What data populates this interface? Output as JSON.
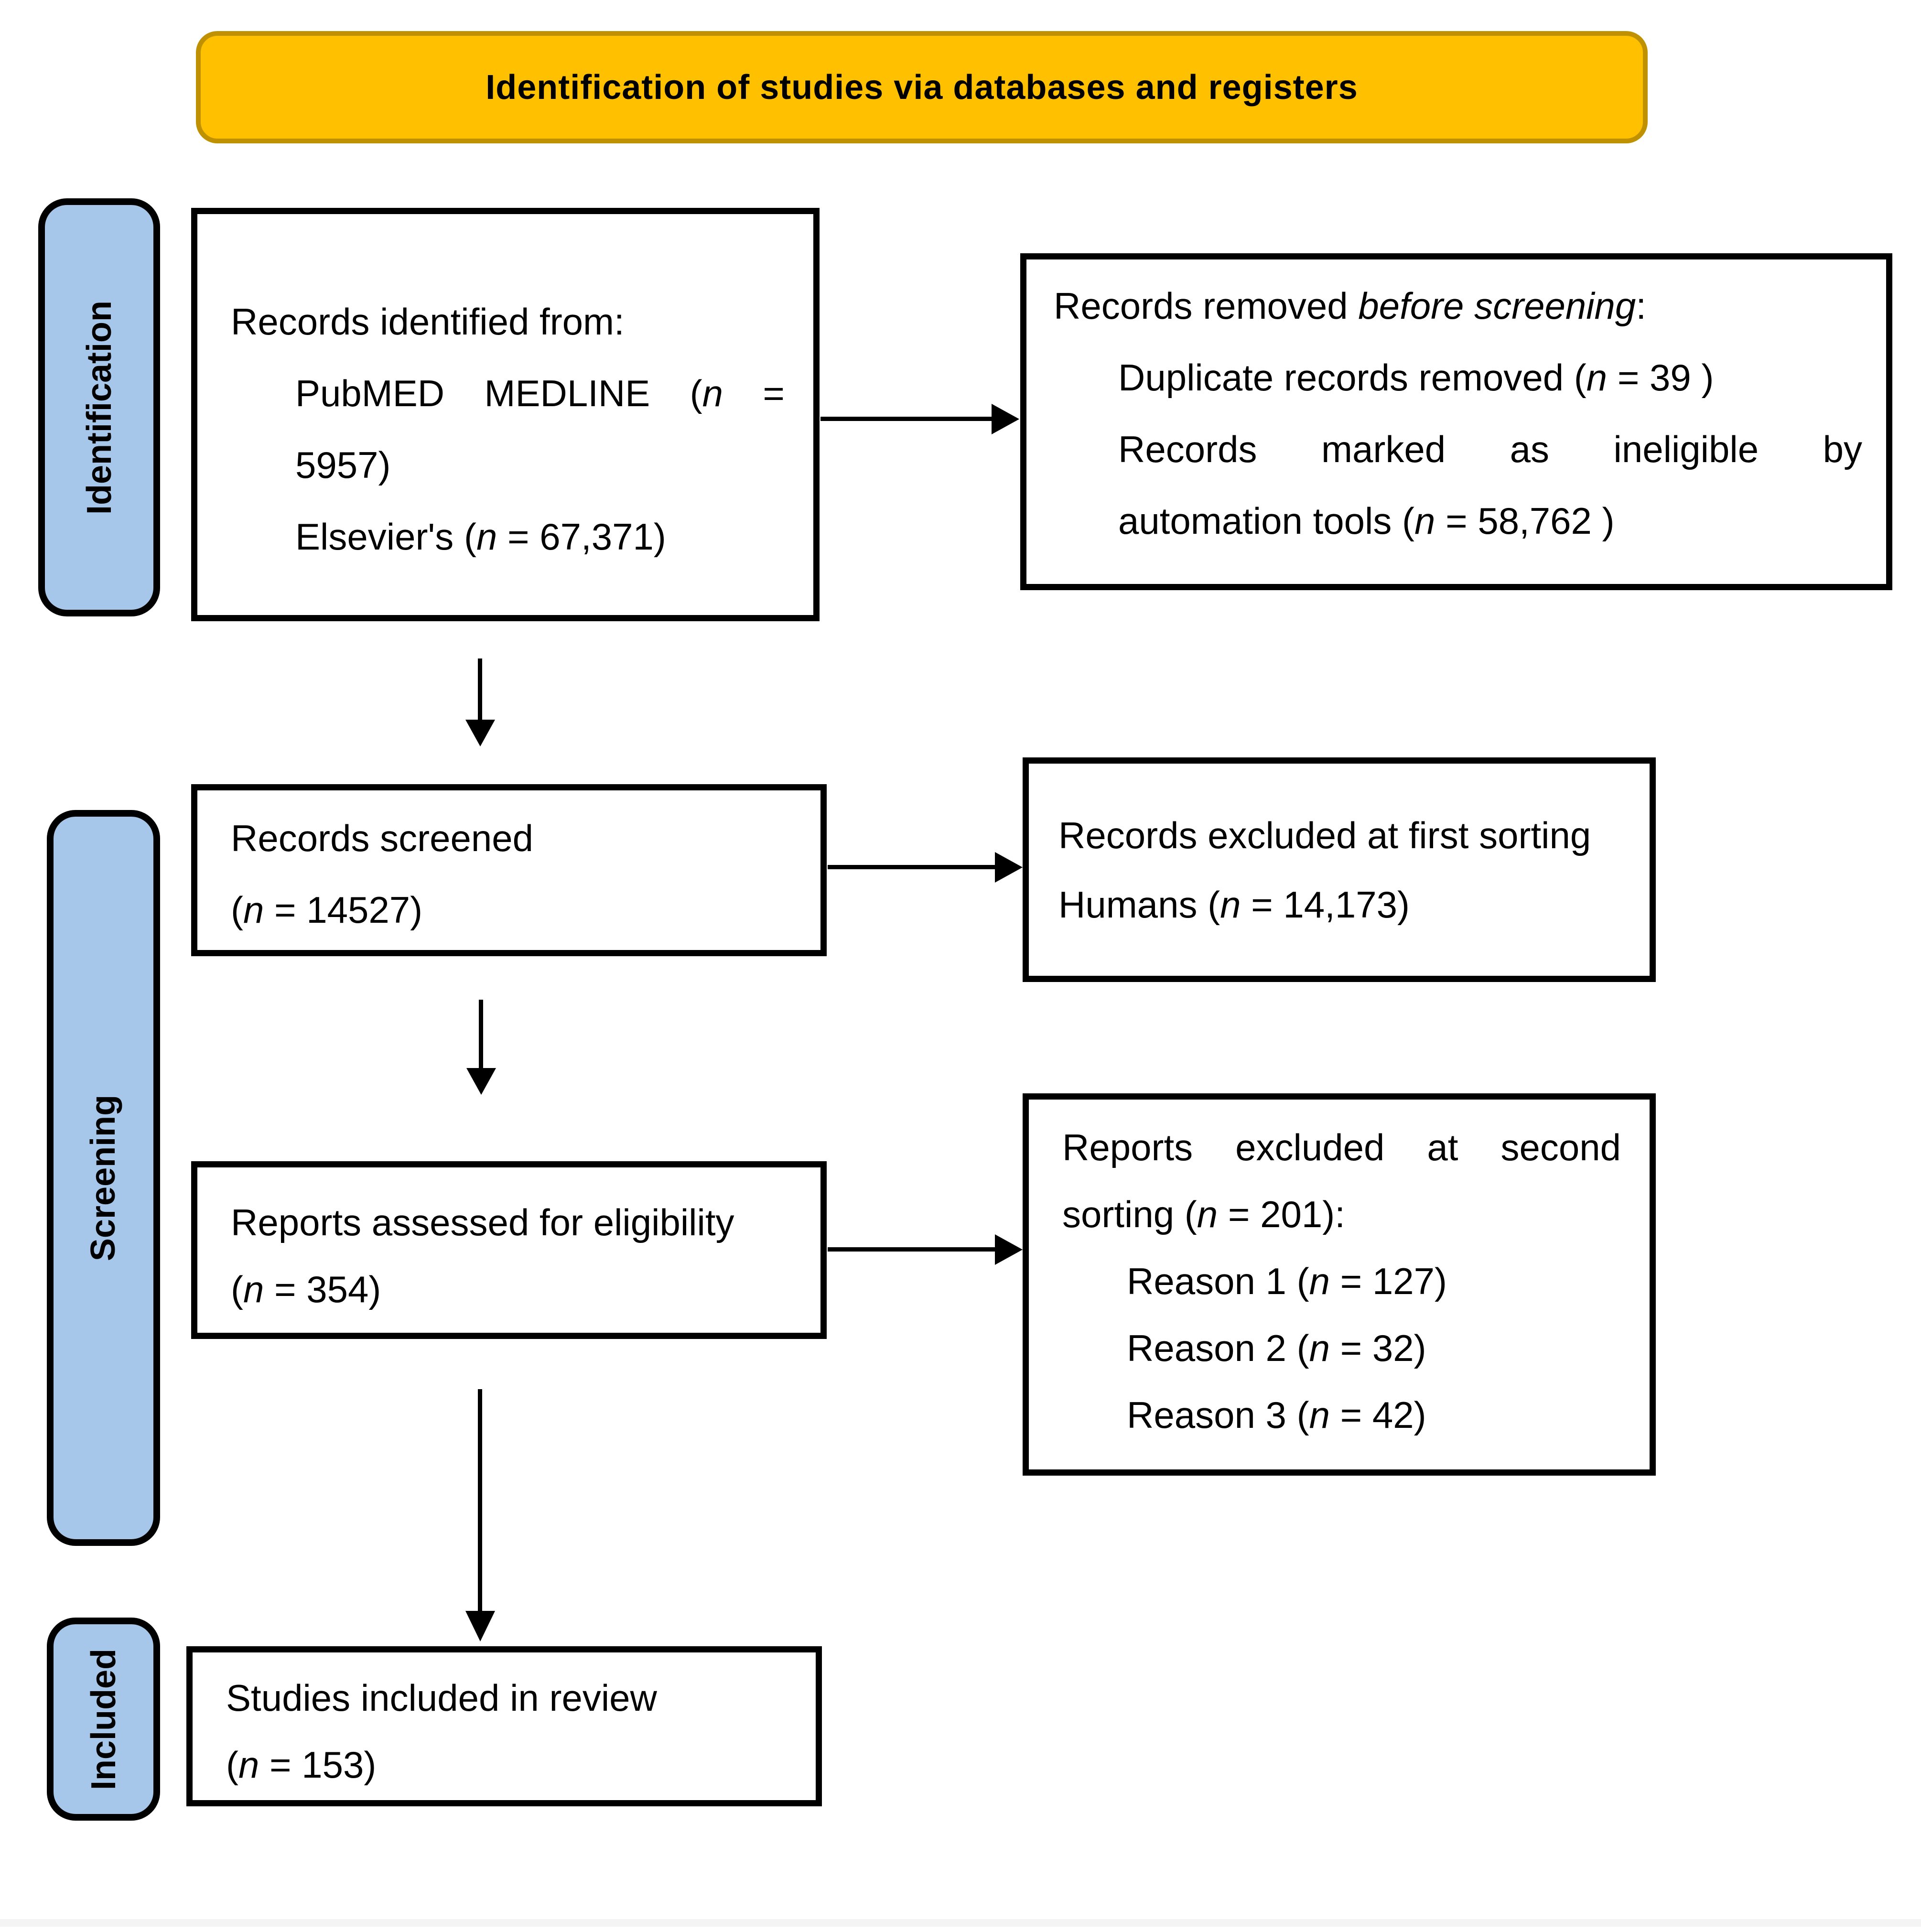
{
  "banner": {
    "title": "Identification of studies via databases and registers"
  },
  "stages": [
    {
      "label": "Identification"
    },
    {
      "label": "Screening"
    },
    {
      "label": "Included"
    }
  ],
  "colors": {
    "banner_fill": "#FFC000",
    "banner_border": "#BF9000",
    "stage_fill": "#A6C7E9",
    "box_border": "#000000",
    "text": "#000000",
    "footer_strip": "#F4F4F4"
  },
  "boxes": {
    "identified": {
      "lines": [
        {
          "w": [
            [
              "Records"
            ],
            [
              "identified"
            ],
            [
              "from:"
            ]
          ]
        },
        {
          "ind": 1,
          "just": 1,
          "w": [
            [
              "PubMED"
            ],
            [
              "MEDLINE"
            ],
            [
              "(",
              {
                "t": "n",
                "i": 1
              }
            ],
            [
              "="
            ]
          ]
        },
        {
          "ind": 1,
          "w": [
            [
              "5957)"
            ]
          ]
        },
        {
          "ind": 1,
          "w": [
            [
              "Elsevier's"
            ],
            [
              "(",
              {
                "t": "n",
                "i": 1
              }
            ],
            [
              "="
            ],
            [
              "67,371)"
            ]
          ]
        }
      ]
    },
    "removed": {
      "lines": [
        {
          "w": [
            [
              "Records"
            ],
            [
              "removed"
            ],
            [
              {
                "t": "before",
                "i": 1
              }
            ],
            [
              {
                "t": "screening",
                "i": 1
              },
              ":"
            ]
          ]
        },
        {
          "ind": 1,
          "w": [
            [
              "Duplicate"
            ],
            [
              "records"
            ],
            [
              "removed"
            ],
            [
              "(",
              {
                "t": "n",
                "i": 1
              }
            ],
            [
              "="
            ],
            [
              "39"
            ],
            [
              ")"
            ]
          ]
        },
        {
          "ind": 1,
          "just": 1,
          "w": [
            [
              "Records"
            ],
            [
              "marked"
            ],
            [
              "as"
            ],
            [
              "ineligible"
            ],
            [
              "by"
            ]
          ]
        },
        {
          "ind": 1,
          "w": [
            [
              "automation"
            ],
            [
              "tools"
            ],
            [
              "(",
              {
                "t": "n",
                "i": 1
              }
            ],
            [
              "="
            ],
            [
              "58,762"
            ],
            [
              ")"
            ]
          ]
        }
      ]
    },
    "screened": {
      "lines": [
        {
          "w": [
            [
              "Records"
            ],
            [
              "screened"
            ]
          ]
        },
        {
          "w": [
            [
              "(",
              {
                "t": "n",
                "i": 1
              }
            ],
            [
              "="
            ],
            [
              "14527)"
            ]
          ]
        }
      ]
    },
    "excluded_first": {
      "lines": [
        {
          "w": [
            [
              "Records"
            ],
            [
              "excluded"
            ],
            [
              "at"
            ],
            [
              "first"
            ],
            [
              "sorting"
            ]
          ]
        },
        {
          "w": [
            [
              "Humans"
            ],
            [
              "(",
              {
                "t": "n",
                "i": 1
              }
            ],
            [
              "="
            ],
            [
              "14,173)"
            ]
          ]
        }
      ]
    },
    "assessed": {
      "lines": [
        {
          "w": [
            [
              "Reports"
            ],
            [
              "assessed"
            ],
            [
              "for"
            ],
            [
              "eligibility"
            ]
          ]
        },
        {
          "w": [
            [
              "(",
              {
                "t": "n",
                "i": 1
              }
            ],
            [
              "="
            ],
            [
              "354)"
            ]
          ]
        }
      ]
    },
    "excluded_second": {
      "lines": [
        {
          "just": 1,
          "w": [
            [
              "Reports"
            ],
            [
              "excluded"
            ],
            [
              "at"
            ],
            [
              "second"
            ]
          ]
        },
        {
          "w": [
            [
              "sorting"
            ],
            [
              "(",
              {
                "t": "n",
                "i": 1
              }
            ],
            [
              "="
            ],
            [
              "201):"
            ]
          ]
        },
        {
          "ind": 1,
          "w": [
            [
              "Reason"
            ],
            [
              "1"
            ],
            [
              "(",
              {
                "t": "n",
                "i": 1
              }
            ],
            [
              "="
            ],
            [
              "127)"
            ]
          ]
        },
        {
          "ind": 1,
          "w": [
            [
              "Reason"
            ],
            [
              "2"
            ],
            [
              "(",
              {
                "t": "n",
                "i": 1
              }
            ],
            [
              "="
            ],
            [
              "32)"
            ]
          ]
        },
        {
          "ind": 1,
          "w": [
            [
              "Reason"
            ],
            [
              "3"
            ],
            [
              "(",
              {
                "t": "n",
                "i": 1
              }
            ],
            [
              "="
            ],
            [
              "42)"
            ]
          ]
        }
      ]
    },
    "included": {
      "lines": [
        {
          "w": [
            [
              "Studies"
            ],
            [
              "included"
            ],
            [
              "in"
            ],
            [
              "review"
            ]
          ]
        },
        {
          "w": [
            [
              "(",
              {
                "t": "n",
                "i": 1
              }
            ],
            [
              "="
            ],
            [
              "153)"
            ]
          ]
        }
      ]
    }
  }
}
